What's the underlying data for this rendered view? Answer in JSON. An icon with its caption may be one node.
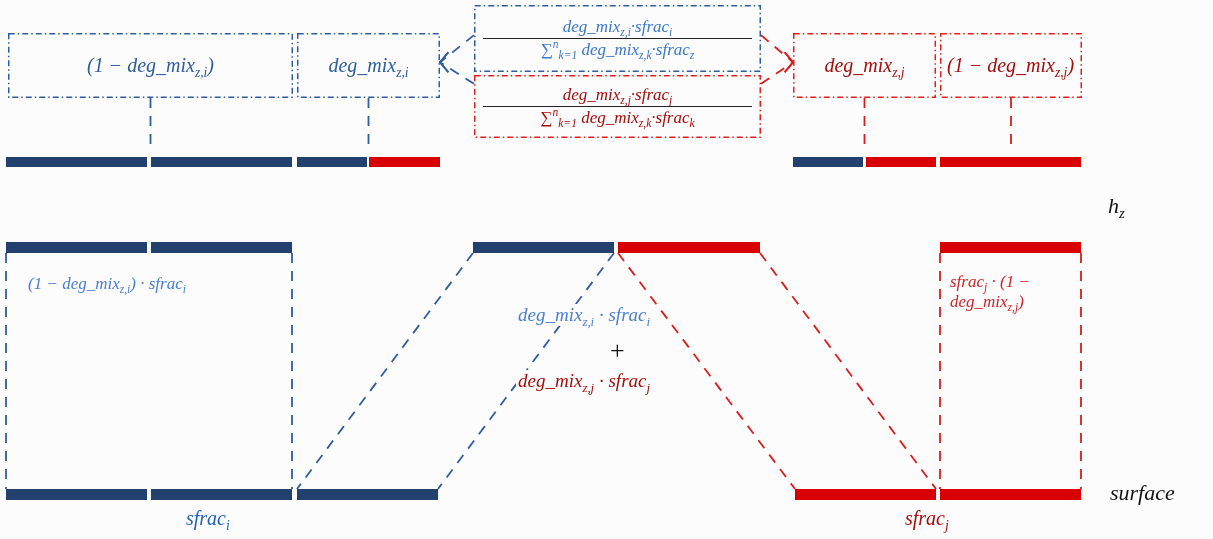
{
  "diagram": {
    "nodes": [
      {
        "text": [
          "(1 − deg_mix$_{z,i}$)"
        ]
      },
      {
        "text": [
          "deg_mix$_{z,i}$"
        ]
      },
      {
        "text": [
          "deg_mix$_{z,i}$·sfrac$_{i}$",
          "∑$^{n}$$_{k=1}$ deg_mix$_{z,k}$·sfrac$_{z}$"
        ]
      },
      {
        "text": [
          "deg_mix$_{z,j}$·sfrac$_{j}$",
          "∑$^{n}$$_{k=1}$ deg_mix$_{z,k}$·sfrac$_{k}$"
        ]
      },
      {
        "text": [
          "deg_mix$_{z,j}$"
        ]
      },
      {
        "text": [
          "(1 − deg_mix$_{z,j}$)"
        ]
      },
      {
        "text": [],
        "shape": "bar"
      },
      {
        "text": [],
        "shape": "bar"
      },
      {
        "text": [],
        "shape": "bar"
      },
      {
        "text": [],
        "shape": "bar"
      },
      {
        "text": [],
        "shape": "bar"
      },
      {
        "text": [],
        "shape": "bar"
      },
      {
        "text": [],
        "shape": "bar"
      },
      {
        "text": [],
        "shape": "bar"
      },
      {
        "text": [],
        "shape": "bar"
      },
      {
        "text": [],
        "shape": "bar"
      },
      {
        "text": [],
        "shape": "bar"
      },
      {
        "text": [],
        "shape": "bar"
      },
      {
        "text": [],
        "shape": "bar"
      },
      {
        "text": [],
        "shape": "bar"
      },
      {
        "text": [],
        "shape": "bar"
      },
      {
        "text": [],
        "shape": "bar"
      },
      {
        "text": [],
        "shape": "bar"
      }
    ],
    "edges": [
      {
        "from": 0,
        "to": 6,
        "arrow": "none",
        "style": "dashed"
      },
      {
        "from": 1,
        "to": 8,
        "arrow": "none",
        "style": "dashed"
      },
      {
        "from": 4,
        "to": 10,
        "arrow": "none",
        "style": "dashed",
        "color": "#d91c1c"
      },
      {
        "from": 5,
        "to": 12,
        "arrow": "none",
        "style": "dashed",
        "color": "#d91c1c"
      },
      {
        "from": 2,
        "to": 1,
        "arrow": "to",
        "style": "dashed"
      },
      {
        "from": 3,
        "to": 1,
        "arrow": "to",
        "style": "dashed"
      },
      {
        "from": 2,
        "to": 4,
        "arrow": "to",
        "style": "dashed",
        "color": "#d91c1c"
      },
      {
        "from": 3,
        "to": 4,
        "arrow": "to",
        "style": "dashed",
        "color": "#d91c1c"
      },
      {
        "from": 13,
        "to": 18,
        "arrow": "none",
        "style": "dashed"
      },
      {
        "from": 14,
        "to": 19,
        "arrow": "none",
        "style": "dashed"
      },
      {
        "from": 15,
        "to": 20,
        "arrow": "none",
        "style": "dashed"
      },
      {
        "from": 15,
        "to": 20,
        "arrow": "none",
        "style": "dashed"
      },
      {
        "from": 16,
        "to": 21,
        "arrow": "none",
        "style": "dashed",
        "color": "#d91c1c"
      },
      {
        "from": 16,
        "to": 21,
        "arrow": "none",
        "style": "dashed",
        "color": "#d91c1c"
      },
      {
        "from": 17,
        "to": 22,
        "arrow": "none",
        "style": "dashed",
        "color": "#d91c1c"
      },
      {
        "from": 17,
        "to": 22,
        "arrow": "none",
        "style": "dashed",
        "color": "#d91c1c"
      }
    ],
    "labels": [
      "h$_{z}$",
      "(1 − deg_mix$_{z,i}$) · sfrac$_{i}$",
      "deg_mix$_{z,i}$ · sfrac$_{i}$",
      "+",
      "deg_mix$_{z,j}$ · sfrac$_{j}$",
      "sfrac$_{j}$ · (1 − deg_mix$_{z,j}$)",
      "surface",
      "sfrac$_{i}$",
      "sfrac$_{j}$"
    ]
  }
}
